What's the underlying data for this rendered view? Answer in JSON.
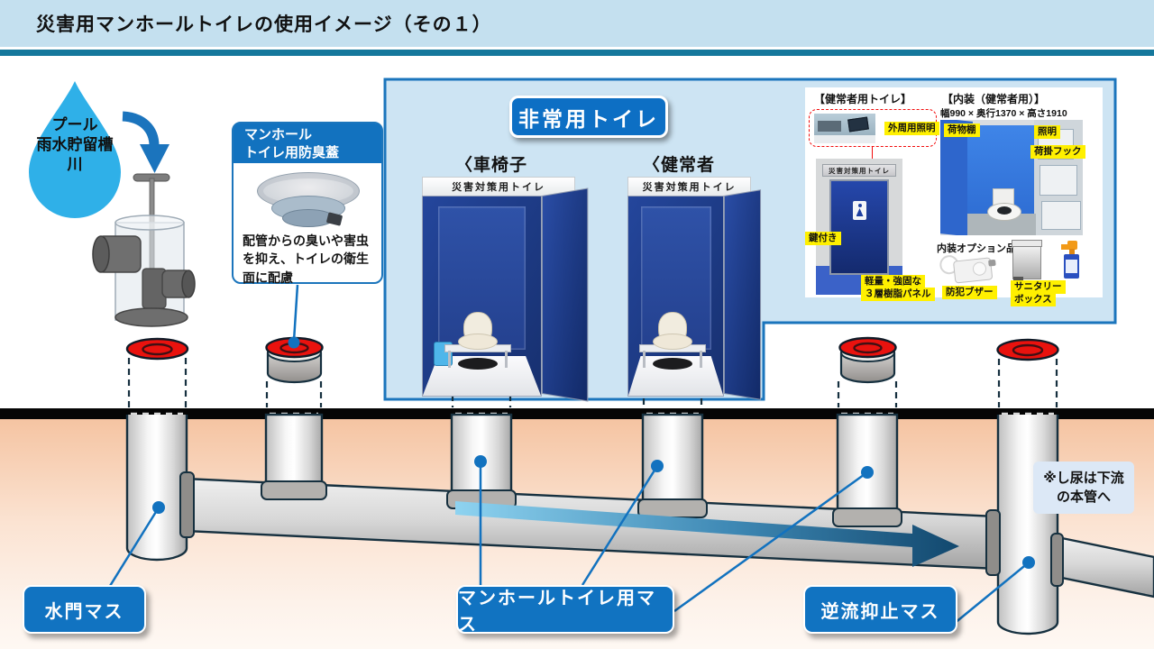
{
  "title": "災害用マンホールトイレの使用イメージ（その１）",
  "colors": {
    "accent_blue": "#1272bf",
    "panel_border": "#1b75bc",
    "panel_bg": "#cde4f3",
    "header_bg": "#c4e0ef",
    "rule_teal": "#15789c",
    "label_yellow": "#fff000",
    "cover_red": "#e9120e",
    "water_drop_blue": "#2fb0e8",
    "soil_top": "#f5c4a2"
  },
  "water_source": {
    "lines": [
      "プール",
      "雨水貯留槽",
      "川"
    ]
  },
  "deodorant_box": {
    "header_line1": "マンホール",
    "header_line2": "トイレ用防臭蓋",
    "description": "配管からの臭いや害虫を抑え、トイレの衛生面に配慮"
  },
  "emergency_panel": {
    "badge": "非常用トイレ",
    "stall_wheelchair_label": "〈車椅子用〉",
    "stall_standard_label": "〈健常者用〉",
    "stall_banner": "災害対策用トイレ",
    "photo_section": {
      "left_title": "【健常者用トイレ】",
      "right_title": "【内装（健常者用）】",
      "dimensions": "幅990 × 奥行1370 × 高さ1910",
      "photo_banner": "災害対策用トイレ",
      "labels": {
        "exterior_light": "外周用照明",
        "shelf": "荷物棚",
        "light": "照明",
        "hook": "荷掛フック",
        "lock": "鍵付き",
        "panel_line1": "軽量・強固な",
        "panel_line2": "３層樹脂パネル",
        "options_title": "内装オプション品",
        "alarm": "防犯ブザー",
        "sanitary_line1": "サニタリー",
        "sanitary_line2": "ボックス"
      }
    }
  },
  "underground": {
    "label_gate": "水門マス",
    "label_toilet_pits": "マンホールトイレ用マス",
    "label_backflow": "逆流抑止マス",
    "note_line1": "※し尿は下流",
    "note_line2": "の本管へ"
  }
}
